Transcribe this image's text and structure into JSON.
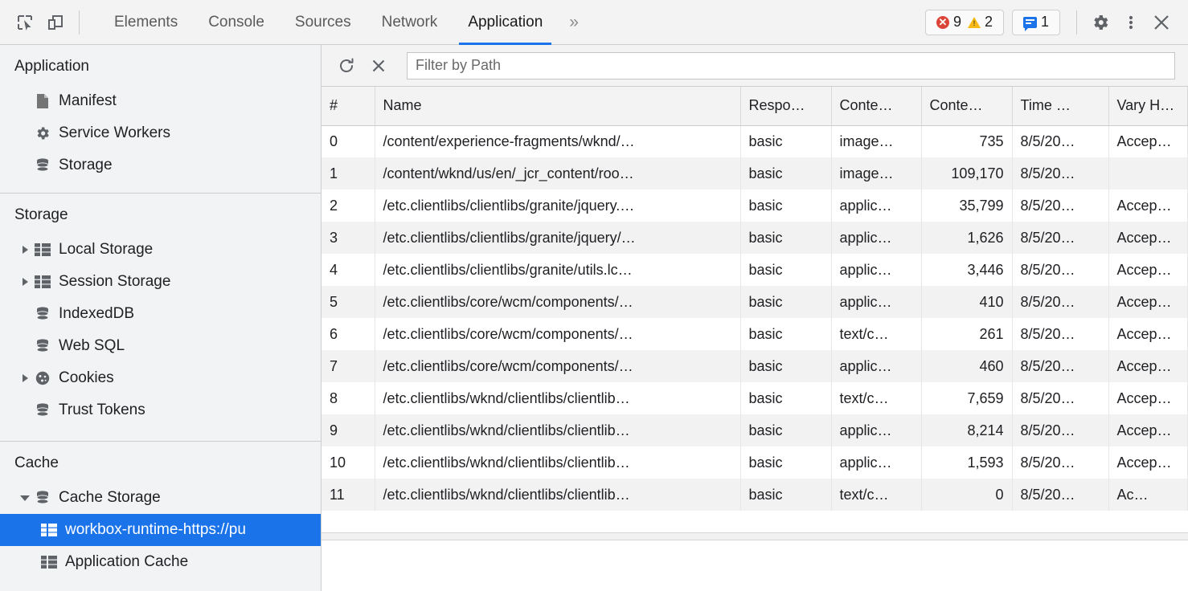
{
  "toolbar": {
    "inspect_icon": "inspect-element-icon",
    "device_icon": "device-toolbar-icon",
    "tabs": [
      {
        "label": "Elements",
        "active": false
      },
      {
        "label": "Console",
        "active": false
      },
      {
        "label": "Sources",
        "active": false
      },
      {
        "label": "Network",
        "active": false
      },
      {
        "label": "Application",
        "active": true
      }
    ],
    "more_tabs": "»",
    "errors": "9",
    "warnings": "2",
    "messages": "1",
    "settings_icon": "gear-icon",
    "more_icon": "kebab-menu-icon",
    "close_icon": "close-icon",
    "accent": "#1a73e8",
    "error_color": "#db4437",
    "warning_color": "#f5ba15"
  },
  "sidebar": {
    "sections": [
      {
        "title": "Application",
        "items": [
          {
            "label": "Manifest",
            "icon": "document-icon",
            "arrow": "none",
            "indent": 1,
            "selected": false
          },
          {
            "label": "Service Workers",
            "icon": "gear-icon",
            "arrow": "none",
            "indent": 1,
            "selected": false
          },
          {
            "label": "Storage",
            "icon": "database-icon",
            "arrow": "none",
            "indent": 1,
            "selected": false
          }
        ]
      },
      {
        "title": "Storage",
        "items": [
          {
            "label": "Local Storage",
            "icon": "grid-icon",
            "arrow": "collapsed",
            "indent": 1,
            "selected": false
          },
          {
            "label": "Session Storage",
            "icon": "grid-icon",
            "arrow": "collapsed",
            "indent": 1,
            "selected": false
          },
          {
            "label": "IndexedDB",
            "icon": "database-icon",
            "arrow": "none",
            "indent": 1,
            "selected": false
          },
          {
            "label": "Web SQL",
            "icon": "database-icon",
            "arrow": "none",
            "indent": 1,
            "selected": false
          },
          {
            "label": "Cookies",
            "icon": "cookie-icon",
            "arrow": "collapsed",
            "indent": 1,
            "selected": false
          },
          {
            "label": "Trust Tokens",
            "icon": "database-icon",
            "arrow": "none",
            "indent": 1,
            "selected": false
          }
        ]
      },
      {
        "title": "Cache",
        "items": [
          {
            "label": "Cache Storage",
            "icon": "database-icon",
            "arrow": "expanded",
            "indent": 1,
            "selected": false
          },
          {
            "label": "workbox-runtime-https://pu",
            "icon": "grid-icon",
            "arrow": "none",
            "indent": 2,
            "selected": true
          },
          {
            "label": "Application Cache",
            "icon": "grid-icon",
            "arrow": "none",
            "indent": 2,
            "selected": false
          }
        ]
      }
    ]
  },
  "filter_bar": {
    "refresh_icon": "refresh-icon",
    "delete_icon": "delete-entry-icon",
    "placeholder": "Filter by Path",
    "value": ""
  },
  "grid": {
    "columns": [
      {
        "key": "idx",
        "label": "#",
        "align": "left"
      },
      {
        "key": "name",
        "label": "Name",
        "align": "left"
      },
      {
        "key": "resp",
        "label": "Respo…",
        "align": "left"
      },
      {
        "key": "ctype",
        "label": "Conte…",
        "align": "left"
      },
      {
        "key": "clen",
        "label": "Conte…",
        "align": "right"
      },
      {
        "key": "time",
        "label": "Time …",
        "align": "left"
      },
      {
        "key": "vary",
        "label": "Vary H…",
        "align": "left"
      }
    ],
    "rows": [
      {
        "idx": "0",
        "name": "/content/experience-fragments/wknd/…",
        "resp": "basic",
        "ctype": "image…",
        "clen": "735",
        "time": "8/5/20…",
        "vary": "Accep…"
      },
      {
        "idx": "1",
        "name": "/content/wknd/us/en/_jcr_content/roo…",
        "resp": "basic",
        "ctype": "image…",
        "clen": "109,170",
        "time": "8/5/20…",
        "vary": ""
      },
      {
        "idx": "2",
        "name": "/etc.clientlibs/clientlibs/granite/jquery.…",
        "resp": "basic",
        "ctype": "applic…",
        "clen": "35,799",
        "time": "8/5/20…",
        "vary": "Accep…"
      },
      {
        "idx": "3",
        "name": "/etc.clientlibs/clientlibs/granite/jquery/…",
        "resp": "basic",
        "ctype": "applic…",
        "clen": "1,626",
        "time": "8/5/20…",
        "vary": "Accep…"
      },
      {
        "idx": "4",
        "name": "/etc.clientlibs/clientlibs/granite/utils.lc…",
        "resp": "basic",
        "ctype": "applic…",
        "clen": "3,446",
        "time": "8/5/20…",
        "vary": "Accep…"
      },
      {
        "idx": "5",
        "name": "/etc.clientlibs/core/wcm/components/…",
        "resp": "basic",
        "ctype": "applic…",
        "clen": "410",
        "time": "8/5/20…",
        "vary": "Accep…"
      },
      {
        "idx": "6",
        "name": "/etc.clientlibs/core/wcm/components/…",
        "resp": "basic",
        "ctype": "text/c…",
        "clen": "261",
        "time": "8/5/20…",
        "vary": "Accep…"
      },
      {
        "idx": "7",
        "name": "/etc.clientlibs/core/wcm/components/…",
        "resp": "basic",
        "ctype": "applic…",
        "clen": "460",
        "time": "8/5/20…",
        "vary": "Accep…"
      },
      {
        "idx": "8",
        "name": "/etc.clientlibs/wknd/clientlibs/clientlib…",
        "resp": "basic",
        "ctype": "text/c…",
        "clen": "7,659",
        "time": "8/5/20…",
        "vary": "Accep…"
      },
      {
        "idx": "9",
        "name": "/etc.clientlibs/wknd/clientlibs/clientlib…",
        "resp": "basic",
        "ctype": "applic…",
        "clen": "8,214",
        "time": "8/5/20…",
        "vary": "Accep…"
      },
      {
        "idx": "10",
        "name": "/etc.clientlibs/wknd/clientlibs/clientlib…",
        "resp": "basic",
        "ctype": "applic…",
        "clen": "1,593",
        "time": "8/5/20…",
        "vary": "Accep…"
      },
      {
        "idx": "11",
        "name": "/etc.clientlibs/wknd/clientlibs/clientlib…",
        "resp": "basic",
        "ctype": "text/c…",
        "clen": "0",
        "time": "8/5/20…",
        "vary": "Ac…"
      }
    ]
  }
}
